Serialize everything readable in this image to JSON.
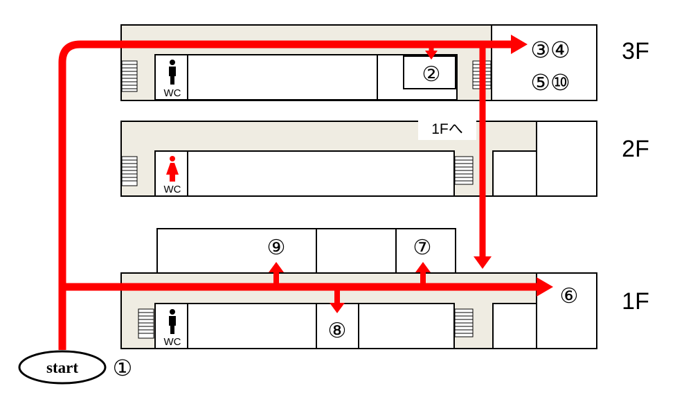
{
  "floors": {
    "third": "3F",
    "second": "2F",
    "first": "1F"
  },
  "points": {
    "start": "start",
    "p1": "①",
    "p2": "②",
    "p34": "③④",
    "p510": "⑤⑩",
    "p6": "⑥",
    "p7": "⑦",
    "p8": "⑧",
    "p9": "⑨"
  },
  "notes": {
    "to_first_floor": "1Fへ"
  },
  "restrooms": {
    "third": "WC",
    "second": "WC",
    "first": "WC"
  },
  "colors": {
    "route": "#ff0000",
    "corridor": "#efece2",
    "wall": "#000000",
    "female_icon": "#ff0000",
    "male_icon": "#000000"
  }
}
